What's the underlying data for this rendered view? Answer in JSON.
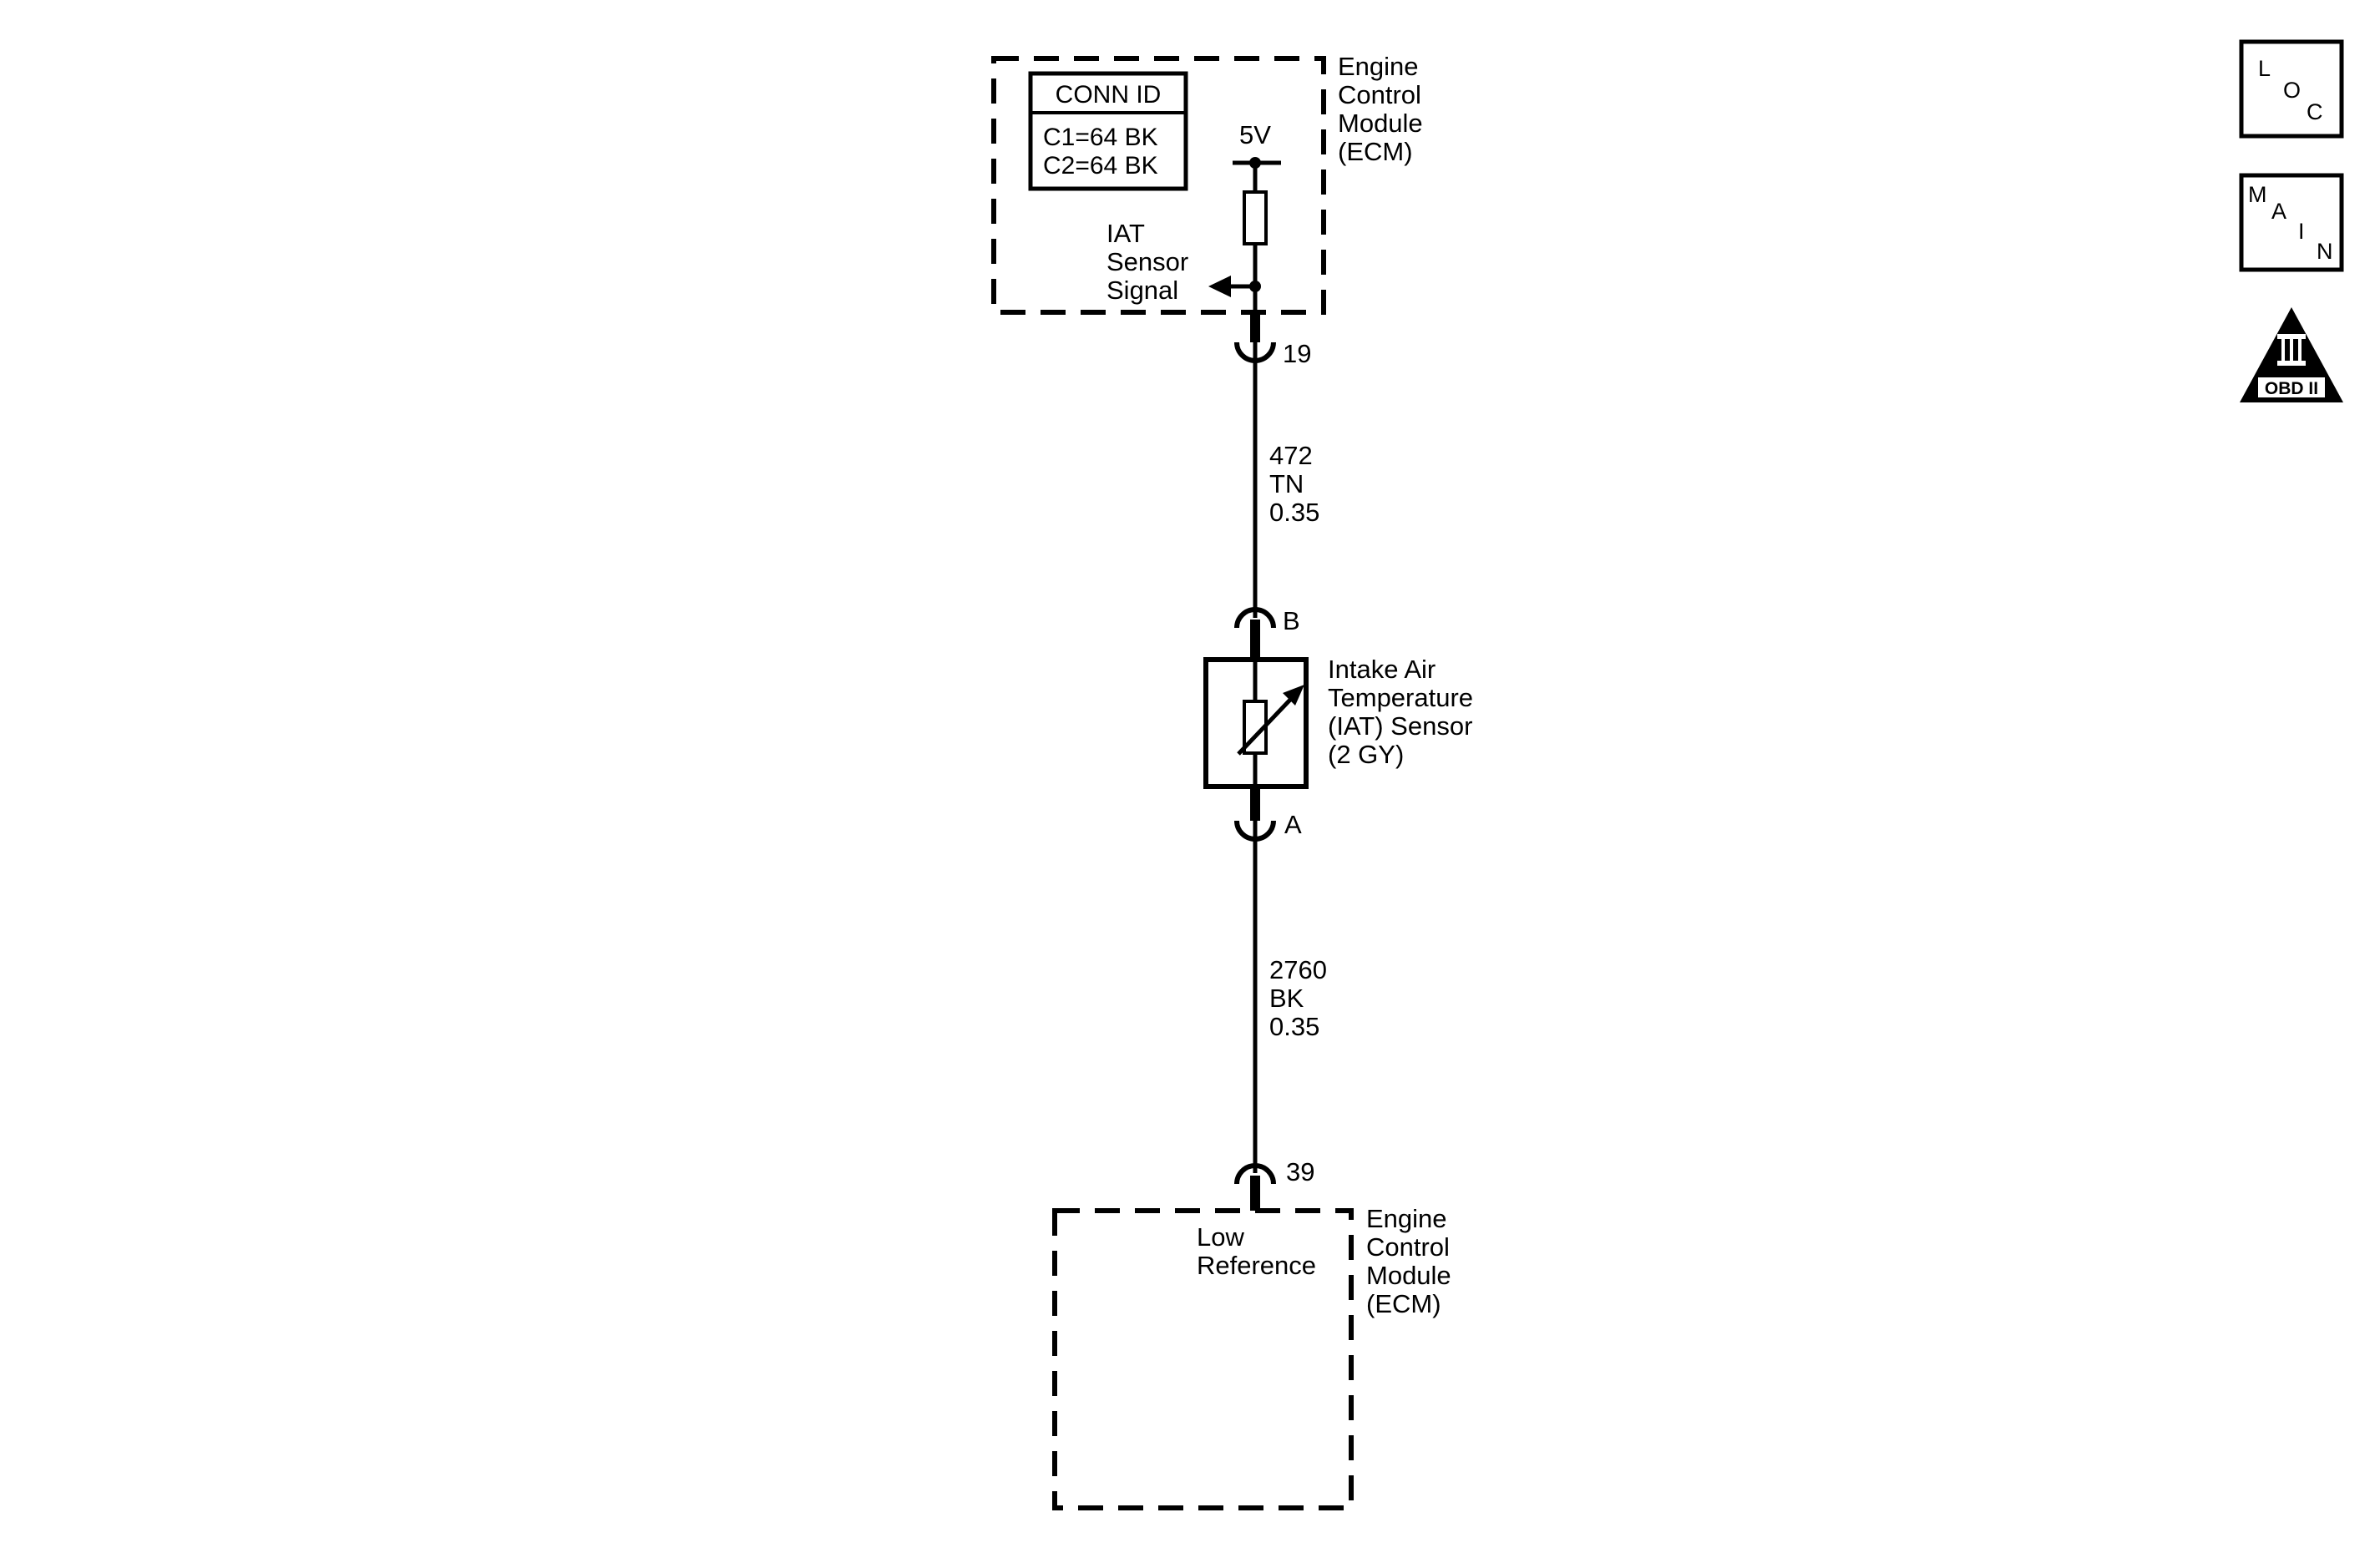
{
  "ecm_top": {
    "label_lines": [
      "Engine",
      "Control",
      "Module",
      "(ECM)"
    ],
    "conn_id_header": "CONN ID",
    "conn_id_rows": [
      "C1=64 BK",
      "C2=64 BK"
    ],
    "voltage": "5V",
    "signal_label_lines": [
      "IAT",
      "Sensor",
      "Signal"
    ]
  },
  "pin_19": "19",
  "wire_1": {
    "lines": [
      "472",
      "TN",
      "0.35"
    ]
  },
  "pin_b": "B",
  "iat_sensor": {
    "label_lines": [
      "Intake Air",
      "Temperature",
      "(IAT) Sensor",
      "(2 GY)"
    ]
  },
  "pin_a": "A",
  "wire_2": {
    "lines": [
      "2760",
      "BK",
      "0.35"
    ]
  },
  "pin_39": "39",
  "ecm_bottom": {
    "label_lines": [
      "Engine",
      "Control",
      "Module",
      "(ECM)"
    ],
    "ref_label_lines": [
      "Low",
      "Reference"
    ]
  },
  "nav": {
    "loc": [
      "L",
      "O",
      "C"
    ],
    "main": [
      "M",
      "A",
      "I",
      "N"
    ],
    "obd": "OBD II"
  }
}
